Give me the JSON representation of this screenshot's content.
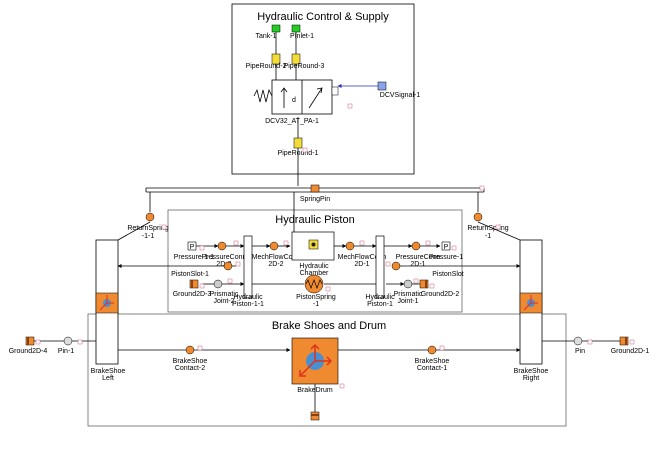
{
  "groups": {
    "hydraulic_control": "Hydraulic Control & Supply",
    "hydraulic_piston": "Hydraulic Piston",
    "brake_shoes": "Brake Shoes and Drum"
  },
  "labels": {
    "tank": "Tank-1",
    "pinlet": "PInlet-1",
    "pipe_round_2": "PipeRound-2",
    "pipe_round_3": "PipeRound-3",
    "dcv": "DCV32_AT_PA-1",
    "dcv_signal": "DCVSignal-1",
    "pipe_round_1": "PipeRound-1",
    "spring_pin": "SpringPin",
    "return_spring_left": [
      "ReturnSpring",
      "-1-1"
    ],
    "return_spring_right": [
      "ReturnSpring",
      "-1"
    ],
    "pressure_left": "Pressure-1-1",
    "pressure_conn_left": [
      "PressureConn",
      "2D-2"
    ],
    "mech_flow_left": [
      "MechFlowConn",
      "2D-2"
    ],
    "hydraulic_chamber": [
      "Hydraulic",
      "Chamber"
    ],
    "mech_flow_right": [
      "MechFlowConn",
      "2D-1"
    ],
    "pressure_conn_right": [
      "PressureConn",
      "2D-1"
    ],
    "pressure_right": "Pressure-1",
    "piston_slot_left": "PistonSlot-1",
    "piston_slot_right": "PistonSlot",
    "ground2d_3": "Ground2D-3",
    "prismatic_left": [
      "Prismatic",
      "Joint-2"
    ],
    "hyd_piston_left": [
      "Hydraulic",
      "Piston-1-1"
    ],
    "piston_spring": [
      "PistonSpring",
      "-1"
    ],
    "hyd_piston_right": [
      "Hydraulic",
      "Piston-1"
    ],
    "prismatic_right": [
      "Prismatic",
      "Joint-1"
    ],
    "ground2d_2": "Ground2D-2",
    "ground2d_4": "Ground2D-4",
    "pin_left": "Pin-1",
    "brake_shoe_left": [
      "BrakeShoe",
      "Left"
    ],
    "brake_shoe_contact_left": [
      "BrakeShoe",
      "Contact-2"
    ],
    "brake_drum": "BrakeDrum",
    "brake_shoe_contact_right": [
      "BrakeShoe",
      "Contact-1"
    ],
    "brake_shoe_right": [
      "BrakeShoe",
      "Right"
    ],
    "pin_right": "Pin",
    "ground2d_1": "Ground2D-1"
  },
  "colors": {
    "green": "#22cc22",
    "yellow": "#f2dc3c",
    "orange": "#f08a30",
    "blue_port": "#8aa4e8",
    "arrow_red": "#e03020",
    "ball_blue": "#4a90d0",
    "brown": "#8a4010"
  }
}
